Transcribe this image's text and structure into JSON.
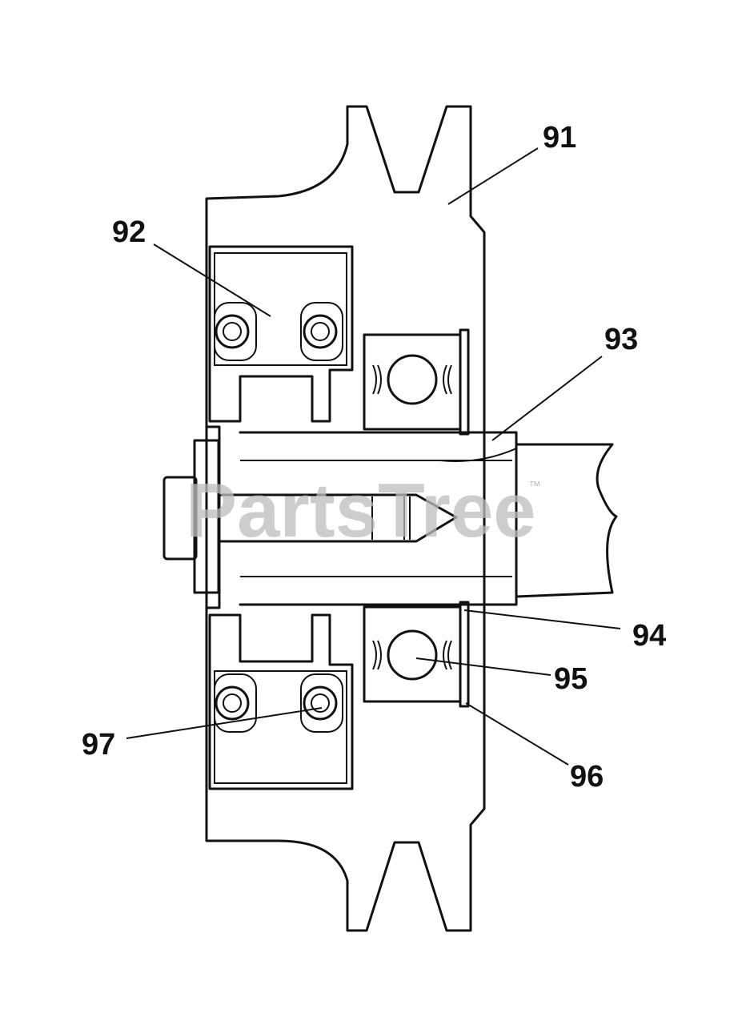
{
  "diagram": {
    "watermark": "PartsTree",
    "trademark": "™",
    "callouts": [
      {
        "id": "91",
        "label": "91"
      },
      {
        "id": "92",
        "label": "92"
      },
      {
        "id": "93",
        "label": "93"
      },
      {
        "id": "94",
        "label": "94"
      },
      {
        "id": "95",
        "label": "95"
      },
      {
        "id": "96",
        "label": "96"
      },
      {
        "id": "97",
        "label": "97"
      }
    ]
  }
}
